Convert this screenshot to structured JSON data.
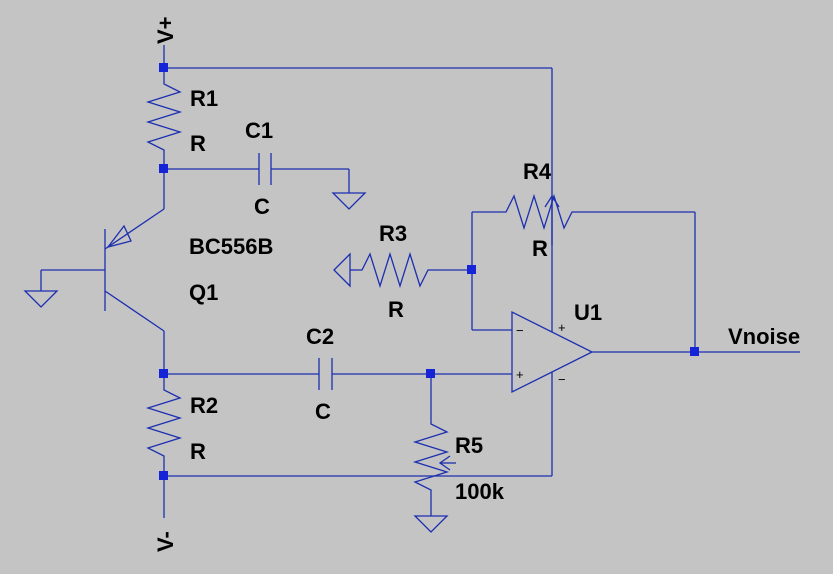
{
  "schematic": {
    "colors": {
      "background": "#c4c4c4",
      "wire": "#1c2fb0",
      "junction": "#1624d8",
      "text": "#000000"
    },
    "nets": {
      "vplus": "V+",
      "vminus": "V-",
      "output": "Vnoise"
    },
    "components": {
      "r1": {
        "name": "R1",
        "value": "R"
      },
      "r2": {
        "name": "R2",
        "value": "R"
      },
      "r3": {
        "name": "R3",
        "value": "R"
      },
      "r4": {
        "name": "R4",
        "value": "R"
      },
      "r5": {
        "name": "R5",
        "value": "100k"
      },
      "c1": {
        "name": "C1",
        "value": "C"
      },
      "c2": {
        "name": "C2",
        "value": "C"
      },
      "q1": {
        "name": "Q1",
        "value": "BC556B"
      },
      "u1": {
        "name": "U1"
      }
    },
    "opamp_pins": {
      "inv": "−",
      "noninv": "+",
      "supply_pos": "+",
      "supply_neg": "−"
    }
  }
}
